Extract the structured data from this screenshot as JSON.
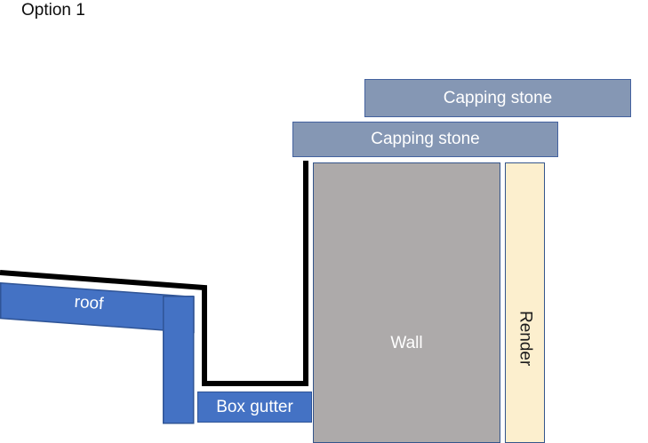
{
  "page": {
    "title": "Option 1"
  },
  "colors": {
    "accent-blue": "#4472C4",
    "accent-blue-border": "#2F5496",
    "capping-fill": "#8597B4",
    "capping-border": "#44629F",
    "wall-fill": "#ADAAAA",
    "wall-border": "#34558B",
    "render-fill": "#FCEFCE",
    "render-border": "#34558B",
    "membrane-black": "#000000",
    "label-light": "#FFFFFF",
    "label-dark": "#1A1A1A"
  },
  "diagram": {
    "capping_stone_top": {
      "label": "Capping stone"
    },
    "capping_stone_mid": {
      "label": "Capping stone"
    },
    "wall": {
      "label": "Wall"
    },
    "render": {
      "label": "Render"
    },
    "roof": {
      "label": "roof"
    },
    "box_gutter": {
      "label": "Box gutter"
    }
  }
}
